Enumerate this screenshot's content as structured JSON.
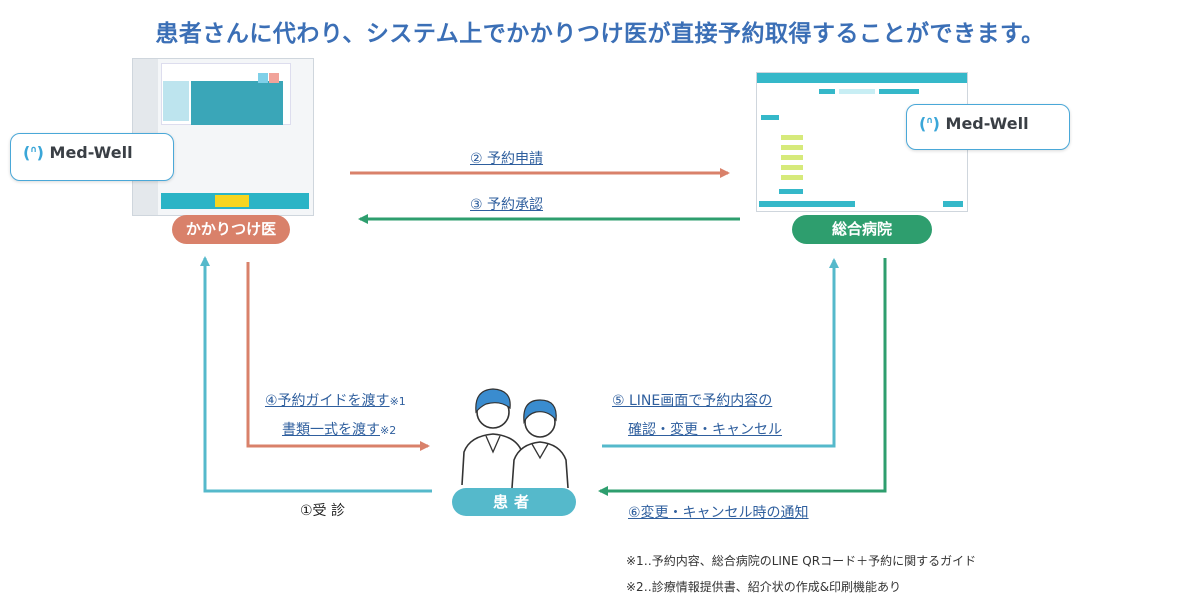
{
  "title": "患者さんに代わり、システム上でかかりつけ医が直接予約取得することができます。",
  "nodes": {
    "clinic": "かかりつけ医",
    "hospital": "総合病院",
    "patient": "患者"
  },
  "logo_text": "Med-Well",
  "steps": {
    "s1": "①受 診",
    "s2": "② 予約申請",
    "s3": "③ 予約承認",
    "s4a": "④予約ガイドを渡す",
    "s4a_mark": "※1",
    "s4b": "書類一式を渡す",
    "s4b_mark": "※2",
    "s5a": "⑤ LINE画面で予約内容の",
    "s5b": "確認・変更・キャンセル",
    "s6": "⑥変更・キャンセル時の通知"
  },
  "notes": [
    "※1‥予約内容、総合病院のLINE QRコード＋予約に関するガイド",
    "※2‥診療情報提供書、紹介状の作成&印刷機能あり"
  ],
  "colors": {
    "orange": "#d9816a",
    "green": "#2e9e6e",
    "teal": "#55b9cb",
    "title": "#3b6fb6"
  }
}
